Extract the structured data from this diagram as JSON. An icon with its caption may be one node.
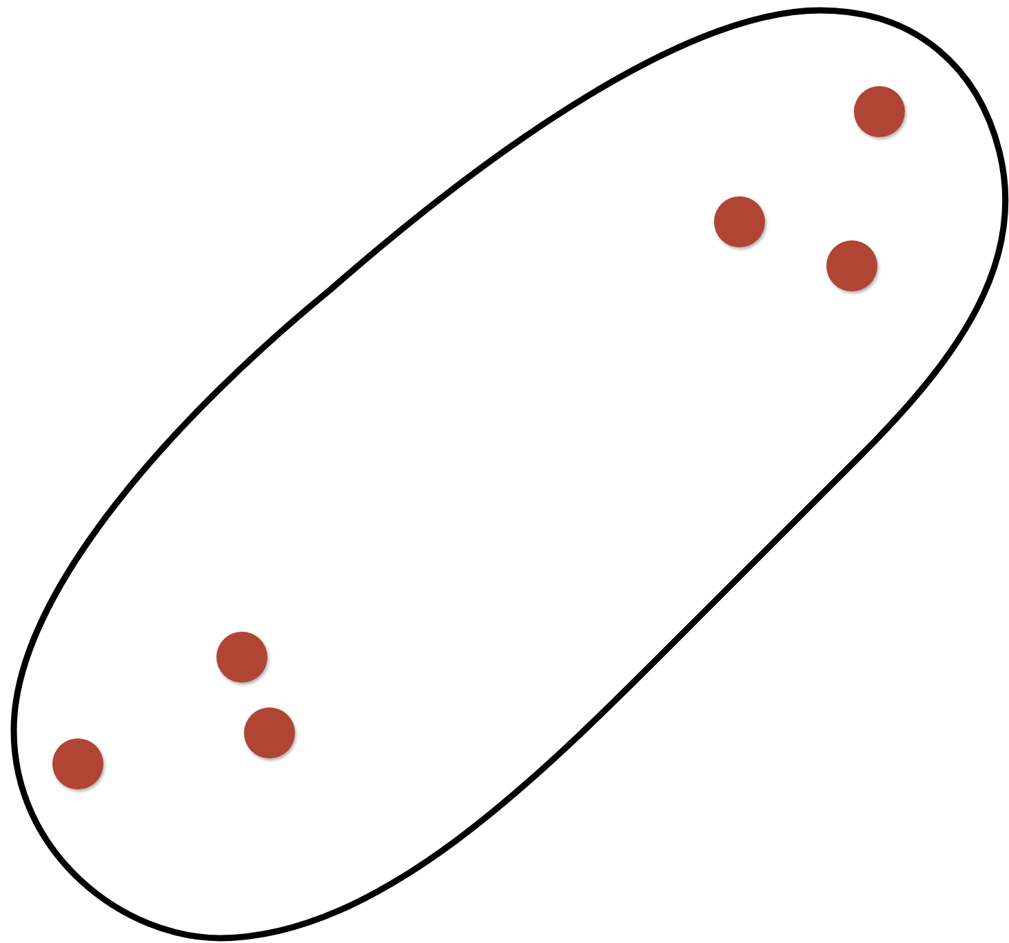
{
  "diagram": {
    "nodes": [
      {
        "text": [],
        "shape": "oval"
      },
      {
        "text": [],
        "shape": "circle",
        "in": 0
      },
      {
        "text": [],
        "shape": "circle",
        "in": 0
      },
      {
        "text": [],
        "shape": "circle",
        "in": 0
      },
      {
        "text": [],
        "shape": "circle",
        "in": 0
      },
      {
        "text": [],
        "shape": "circle",
        "in": 0
      },
      {
        "text": [],
        "shape": "circle",
        "in": 0
      }
    ]
  }
}
